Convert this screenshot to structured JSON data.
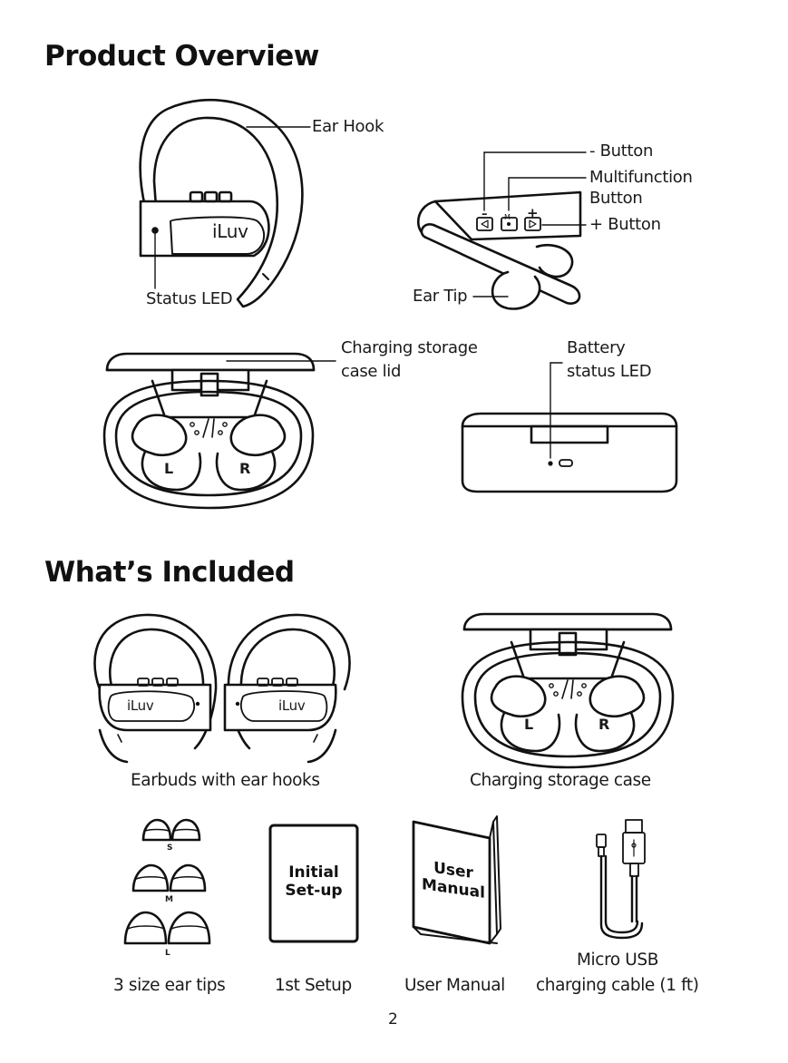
{
  "sections": {
    "overview_title": "Product Overview",
    "included_title": "What’s Included"
  },
  "overview": {
    "ear_hook": "Ear Hook",
    "minus_button": "- Button",
    "multifunction_line1": "Multifunction",
    "multifunction_line2": "Button",
    "plus_button": "+ Button",
    "status_led": "Status LED",
    "ear_tip": "Ear Tip",
    "case_lid_line1": "Charging storage",
    "case_lid_line2": "case lid",
    "battery_line1": "Battery",
    "battery_line2": "status LED",
    "brand": "iLuv",
    "left_mark": "L",
    "right_mark": "R",
    "btn_minus": "–",
    "btn_m": "M",
    "btn_plus": "+"
  },
  "included": {
    "earbuds_caption": "Earbuds with ear hooks",
    "case_caption": "Charging storage case",
    "tips_caption": "3 size ear tips",
    "setup_caption": "1st Setup",
    "manual_caption": "User Manual",
    "cable_caption_line1": "Micro USB",
    "cable_caption_line2": "charging cable (1 ft)",
    "tip_sizes": [
      "S",
      "M",
      "L"
    ],
    "setup_card_line1": "Initial",
    "setup_card_line2": "Set-up",
    "manual_line1": "User",
    "manual_line2": "Manual",
    "brand": "iLuv",
    "left_mark": "L",
    "right_mark": "R"
  },
  "footer": {
    "page_number": "2"
  }
}
